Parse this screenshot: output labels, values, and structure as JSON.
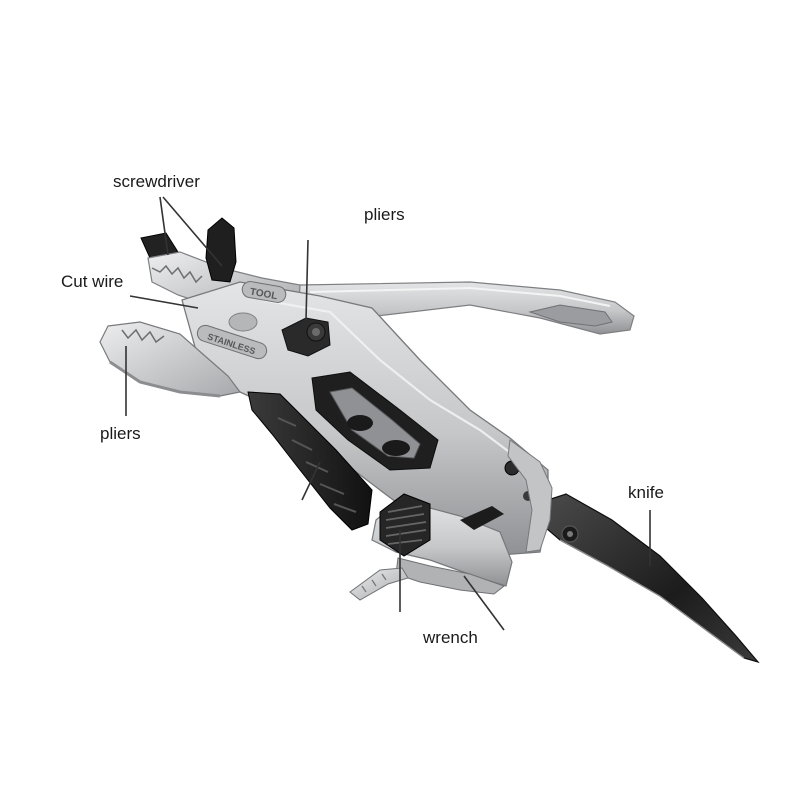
{
  "labels": {
    "screwdriver": "screwdriver",
    "pliers_top": "pliers",
    "cut_wire": "Cut wire",
    "pliers_left": "pliers",
    "knife": "knife",
    "wrench": "wrench"
  },
  "stamps": {
    "brand": "TOOL",
    "material": "STAINLESS"
  },
  "colors": {
    "steel": "#c9cacb",
    "steel_dark": "#8d8f92",
    "handle_black": "#1e1e1e",
    "blade": "#2a2a2a",
    "leader": "#333333"
  }
}
